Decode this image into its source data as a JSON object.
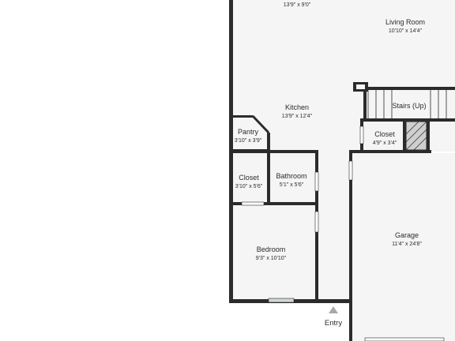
{
  "rooms": {
    "top_room": {
      "name": "",
      "dim": "13'9\" x 9'0\""
    },
    "living_room": {
      "name": "Living Room",
      "dim": "10'10\" x 14'4\""
    },
    "kitchen": {
      "name": "Kitchen",
      "dim": "13'9\" x 12'4\""
    },
    "pantry": {
      "name": "Pantry",
      "dim": "3'10\" x 3'9\""
    },
    "closet_left": {
      "name": "Closet",
      "dim": "3'10\" x 5'6\""
    },
    "bathroom": {
      "name": "Bathroom",
      "dim": "5'1\" x 5'6\""
    },
    "bedroom": {
      "name": "Bedroom",
      "dim": "9'3\" x 10'10\""
    },
    "closet_right": {
      "name": "Closet",
      "dim": "4'9\" x 3'4\""
    },
    "garage": {
      "name": "Garage",
      "dim": "11'4\" x 24'8\""
    },
    "stairs": {
      "name": "Stairs (Up)"
    }
  },
  "entry_label": "Entry",
  "colors": {
    "wall": "#2b2b2b",
    "floor": "#f5f5f5",
    "window": "#cfd6d6",
    "entry_marker": "#a8a8a8"
  }
}
